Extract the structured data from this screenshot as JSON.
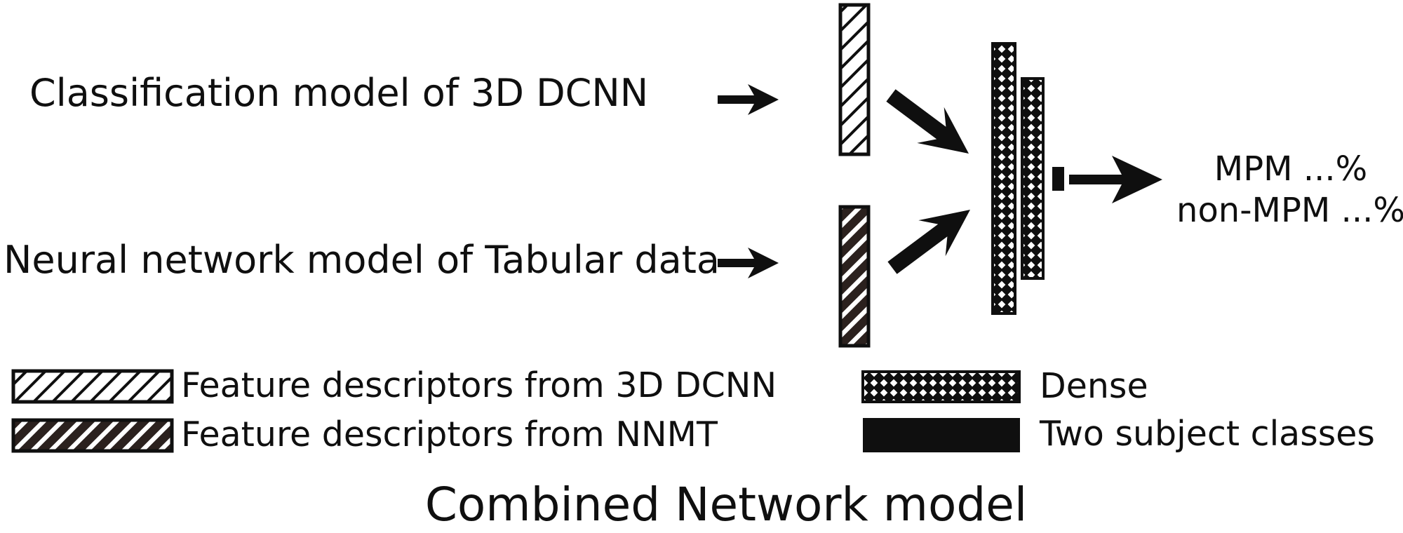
{
  "diagram": {
    "inputs": [
      {
        "label": "Classification model of 3D DCNN"
      },
      {
        "label": "Neural network model of Tabular data"
      }
    ],
    "output": {
      "line1": "MPM ...%",
      "line2": "non-MPM ...%"
    },
    "legend": [
      {
        "swatch": "light-hatch-swatch",
        "label": "Feature descriptors from 3D DCNN"
      },
      {
        "swatch": "dark-hatch-swatch",
        "label": "Feature descriptors from NNMT"
      },
      {
        "swatch": "diamond-mesh-swatch",
        "label": "Dense"
      },
      {
        "swatch": "solid-black-swatch",
        "label": "Two subject classes"
      }
    ],
    "title": "Combined Network model",
    "icons": [
      "right-arrow-icon",
      "diagonal-down-arrow-icon",
      "diagonal-up-arrow-icon",
      "output-arrow-icon"
    ],
    "colors": {
      "ink": "#0f0f0f",
      "dark_stripe": "#2b211e",
      "background": "#ffffff"
    }
  }
}
